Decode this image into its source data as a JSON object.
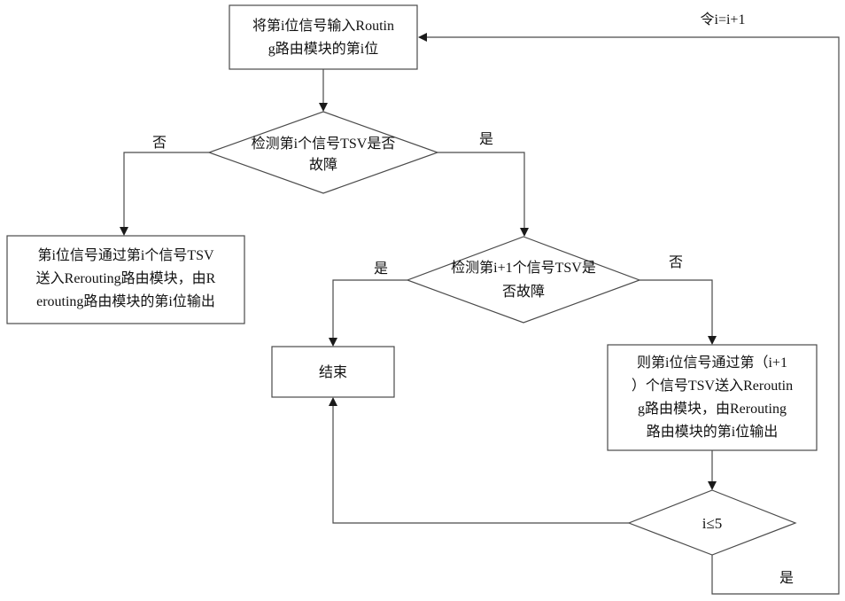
{
  "nodes": {
    "start": {
      "lines": [
        "将第i位信号输入Routin",
        "g路由模块的第i位"
      ]
    },
    "check_i": {
      "lines": [
        "检测第i个信号TSV是否",
        "故障"
      ]
    },
    "output_i": {
      "lines": [
        "第i位信号通过第i个信号TSV",
        "送入Rerouting路由模块，由R",
        "erouting路由模块的第i位输出"
      ]
    },
    "check_i1": {
      "lines": [
        "检测第i+1个信号TSV是",
        "否故障"
      ]
    },
    "end": {
      "label": "结束"
    },
    "output_i1": {
      "lines": [
        "则第i位信号通过第（i+1",
        "）个信号TSV送入Reroutin",
        "g路由模块，由Rerouting",
        "路由模块的第i位输出"
      ]
    },
    "cond": {
      "label": "i≤5"
    }
  },
  "edge_labels": {
    "check_i_no": "否",
    "check_i_yes": "是",
    "check_i1_yes": "是",
    "check_i1_no": "否",
    "cond_yes": "是",
    "loop": "令i=i+1"
  }
}
